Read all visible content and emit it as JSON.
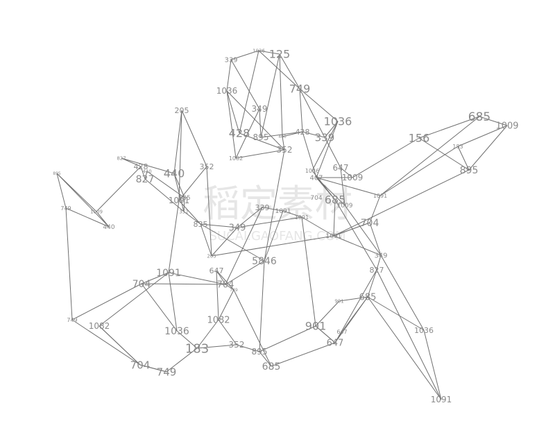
{
  "colors": {
    "edge": "#6f6f6f",
    "label": "#8a8a8a",
    "watermark": "#e6e6e6",
    "background": "#ffffff"
  },
  "watermark": {
    "chinese": "稻定素材",
    "latin": "SUCAI.GAOFANG.COM"
  },
  "nodes": [
    "339",
    "1036",
    "125",
    "1036",
    "749",
    "349",
    "428",
    "895",
    "400",
    "428",
    "339",
    "1036",
    "1082",
    "352",
    "205",
    "827",
    "428",
    "440",
    "827",
    "440",
    "352",
    "895",
    "749",
    "1009",
    "440",
    "1091",
    "685",
    "352",
    "835",
    "349",
    "205",
    "339",
    "1091",
    "5846",
    "1091",
    "647",
    "704",
    "1091",
    "1082",
    "704",
    "749",
    "1082",
    "749",
    "1036",
    "183",
    "352",
    "704",
    "749",
    "895",
    "685",
    "901",
    "647",
    "704",
    "349",
    "827",
    "685",
    "1036",
    "1091",
    "156",
    "685",
    "1009",
    "183",
    "895",
    "1009",
    "1091",
    "407",
    "1036",
    "901",
    "647",
    "685",
    "1009",
    "1091",
    "647",
    "704"
  ]
}
